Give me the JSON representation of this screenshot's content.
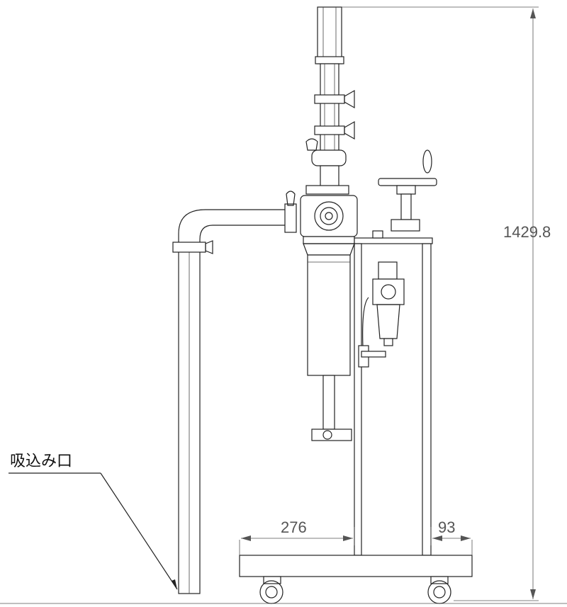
{
  "labels": {
    "inlet_label": "吸込み口"
  },
  "dimensions": {
    "total_height": "1429.8",
    "width_left": "276",
    "width_right": "93"
  }
}
